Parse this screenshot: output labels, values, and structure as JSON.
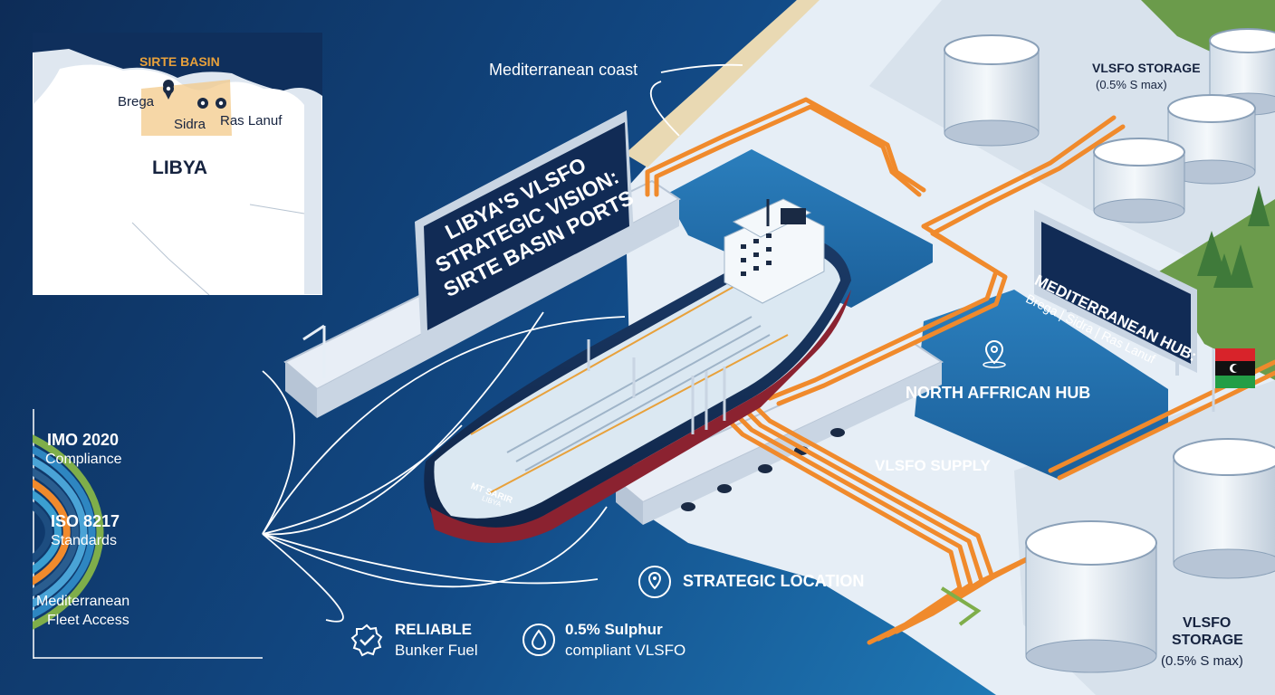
{
  "map": {
    "region_label": "SIRTE BASIN",
    "country_label": "LIBYA",
    "ports": [
      {
        "name": "Brega"
      },
      {
        "name": "Sidra"
      },
      {
        "name": "Ras Lanuf"
      }
    ]
  },
  "billboard": {
    "line1": "LIBYA'S VLSFO",
    "line2": "STRATEGIC VISION:",
    "line3": "SIRTE BASIN PORTS"
  },
  "hub_sign": {
    "title": "MEDITERRANEAN HUB:",
    "subtitle": "Brega | Sidra | Ras Lanuf"
  },
  "callouts": {
    "coast": "Mediterranean coast",
    "storage_top_title": "VLSFO STORAGE",
    "storage_top_sub": "(0.5% S max)",
    "storage_bottom_title1": "VLSFO",
    "storage_bottom_title2": "STORAGE",
    "storage_bottom_sub": "(0.5% S max)",
    "north_african_hub": "NORTH AFFRICAN HUB",
    "vlsfo_supply": "VLSFO SUPPLY",
    "strategic_location": "STRATEGIC LOCATION",
    "reliable_title": "RELIABLE",
    "reliable_sub": "Bunker Fuel",
    "sulphur_title": "0.5% Sulphur",
    "sulphur_sub": "compliant VLSFO"
  },
  "ship": {
    "name": "MT SARIR",
    "port_of_registry": "LIBYA"
  },
  "compliance": {
    "items": [
      {
        "title": "IMO 2020",
        "sub": "Compliance"
      },
      {
        "title": "ISO 8217",
        "sub": "Standards"
      },
      {
        "title": "Mediterranean",
        "sub": "Fleet Access"
      }
    ]
  },
  "colors": {
    "sea_dark": "#0d2c57",
    "sea_light": "#1e74b0",
    "quay": "#e4edf5",
    "pipe": "#f08a2c",
    "grass": "#6b9b4b",
    "arc_green": "#7fae4a",
    "arc_blue": "#2e86c1",
    "arc_orange": "#f08a2c"
  },
  "icons": {
    "map_pin": "map-pin-icon",
    "location": "location-icon",
    "badge_check": "badge-check-icon",
    "drop": "drop-icon",
    "flag": "libya-flag-icon"
  }
}
